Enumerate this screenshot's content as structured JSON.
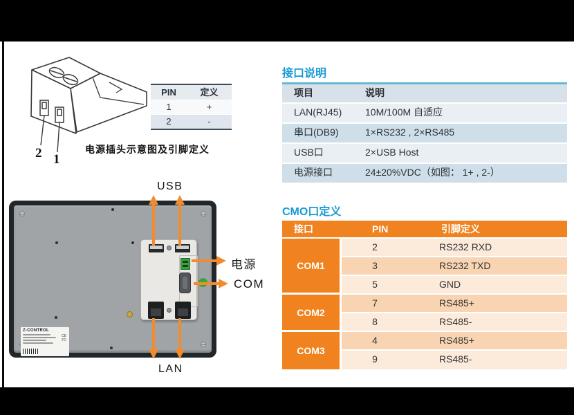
{
  "colors": {
    "heading_blue": "#189ad6",
    "table_teal_border": "#63b9cd",
    "table_blue_row": "#cfdfe9",
    "orange": "#f0831f",
    "peach_light": "#fceadb",
    "peach_dark": "#f8d4b2",
    "arrow_orange": "#f28b2e",
    "green_indicator": "#3aa53a"
  },
  "plug_section": {
    "caption": "电源插头示意图及引脚定义",
    "pin_callout_2": "2",
    "pin_callout_1": "1",
    "table": {
      "header_pin": "PIN",
      "header_def": "定义",
      "rows": [
        {
          "pin": "1",
          "def": "+"
        },
        {
          "pin": "2",
          "def": "-"
        }
      ]
    }
  },
  "interface_section": {
    "title": "接口说明",
    "table": {
      "header_item": "项目",
      "header_desc": "说明",
      "rows": [
        {
          "item": "LAN(RJ45)",
          "desc": "10M/100M 自适应"
        },
        {
          "item": "串口(DB9)",
          "desc": "1×RS232 , 2×RS485"
        },
        {
          "item": "USB口",
          "desc": "2×USB Host"
        },
        {
          "item": "电源接口",
          "desc": "24±20%VDC（如图： 1+ , 2-）"
        }
      ]
    }
  },
  "com_section": {
    "title": "CMO口定义",
    "table": {
      "header_if": "接口",
      "header_pin": "PIN",
      "header_def": "引脚定义",
      "groups": [
        {
          "name": "COM1",
          "rows": [
            {
              "pin": "2",
              "def": "RS232 RXD"
            },
            {
              "pin": "3",
              "def": "RS232 TXD"
            },
            {
              "pin": "5",
              "def": "GND"
            }
          ]
        },
        {
          "name": "COM2",
          "rows": [
            {
              "pin": "7",
              "def": "RS485+"
            },
            {
              "pin": "8",
              "def": "RS485-"
            }
          ]
        },
        {
          "name": "COM3",
          "rows": [
            {
              "pin": "4",
              "def": "RS485+"
            },
            {
              "pin": "9",
              "def": "RS485-"
            }
          ]
        }
      ]
    }
  },
  "device_section": {
    "label_usb": "USB",
    "label_power": "电源",
    "label_com": "COM",
    "label_lan": "LAN",
    "sticker": {
      "brand": "Z-CONTROL",
      "mark_ce": "CE",
      "mark_fc": "FC"
    }
  }
}
